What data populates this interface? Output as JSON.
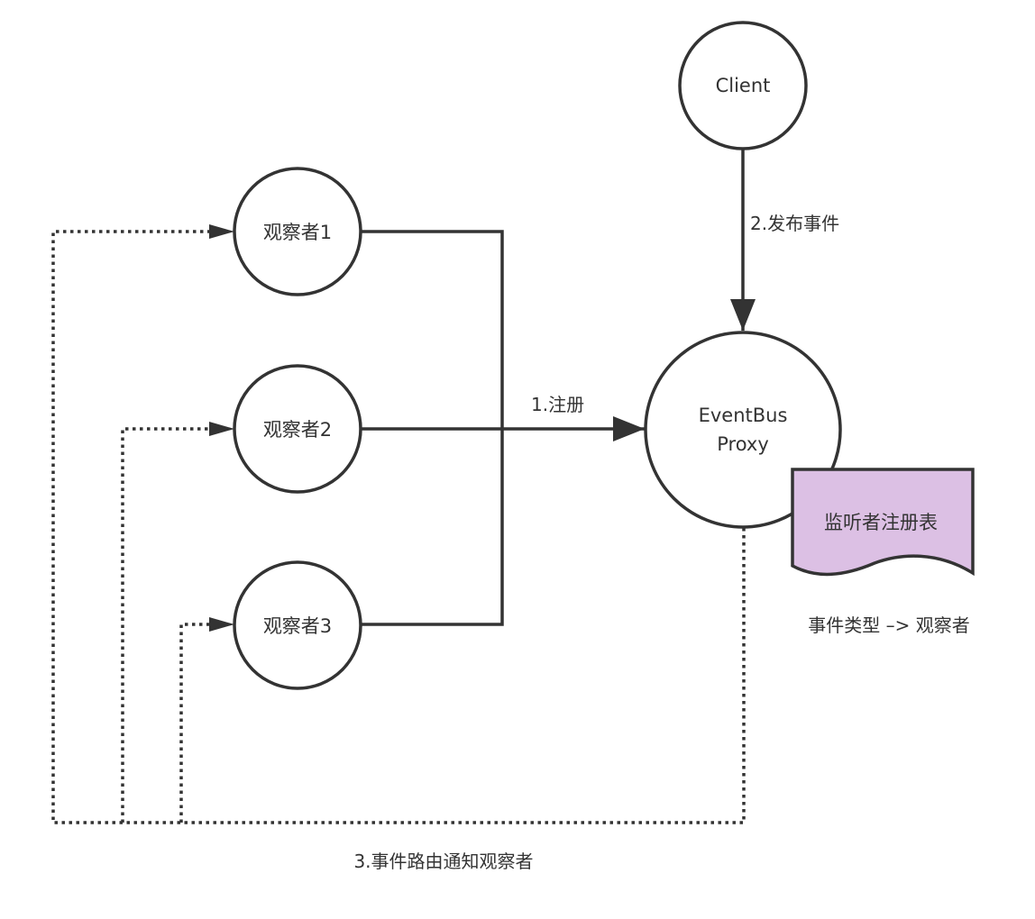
{
  "diagram": {
    "colors": {
      "stroke": "#333333",
      "text": "#333333",
      "registry_fill": "#dcc0e4",
      "background": "#ffffff"
    },
    "nodes": {
      "client": {
        "label": "Client"
      },
      "eventbus": {
        "label_line1": "EventBus",
        "label_line2": "Proxy"
      },
      "observer1": {
        "label": "观察者1"
      },
      "observer2": {
        "label": "观察者2"
      },
      "observer3": {
        "label": "观察者3"
      },
      "registry": {
        "label": "监听者注册表",
        "caption": "事件类型 –> 观察者"
      }
    },
    "edges": {
      "register": {
        "label": "1.注册",
        "style": "solid"
      },
      "publish": {
        "label": "2.发布事件",
        "style": "solid"
      },
      "notify": {
        "label": "3.事件路由通知观察者",
        "style": "dotted"
      }
    }
  }
}
